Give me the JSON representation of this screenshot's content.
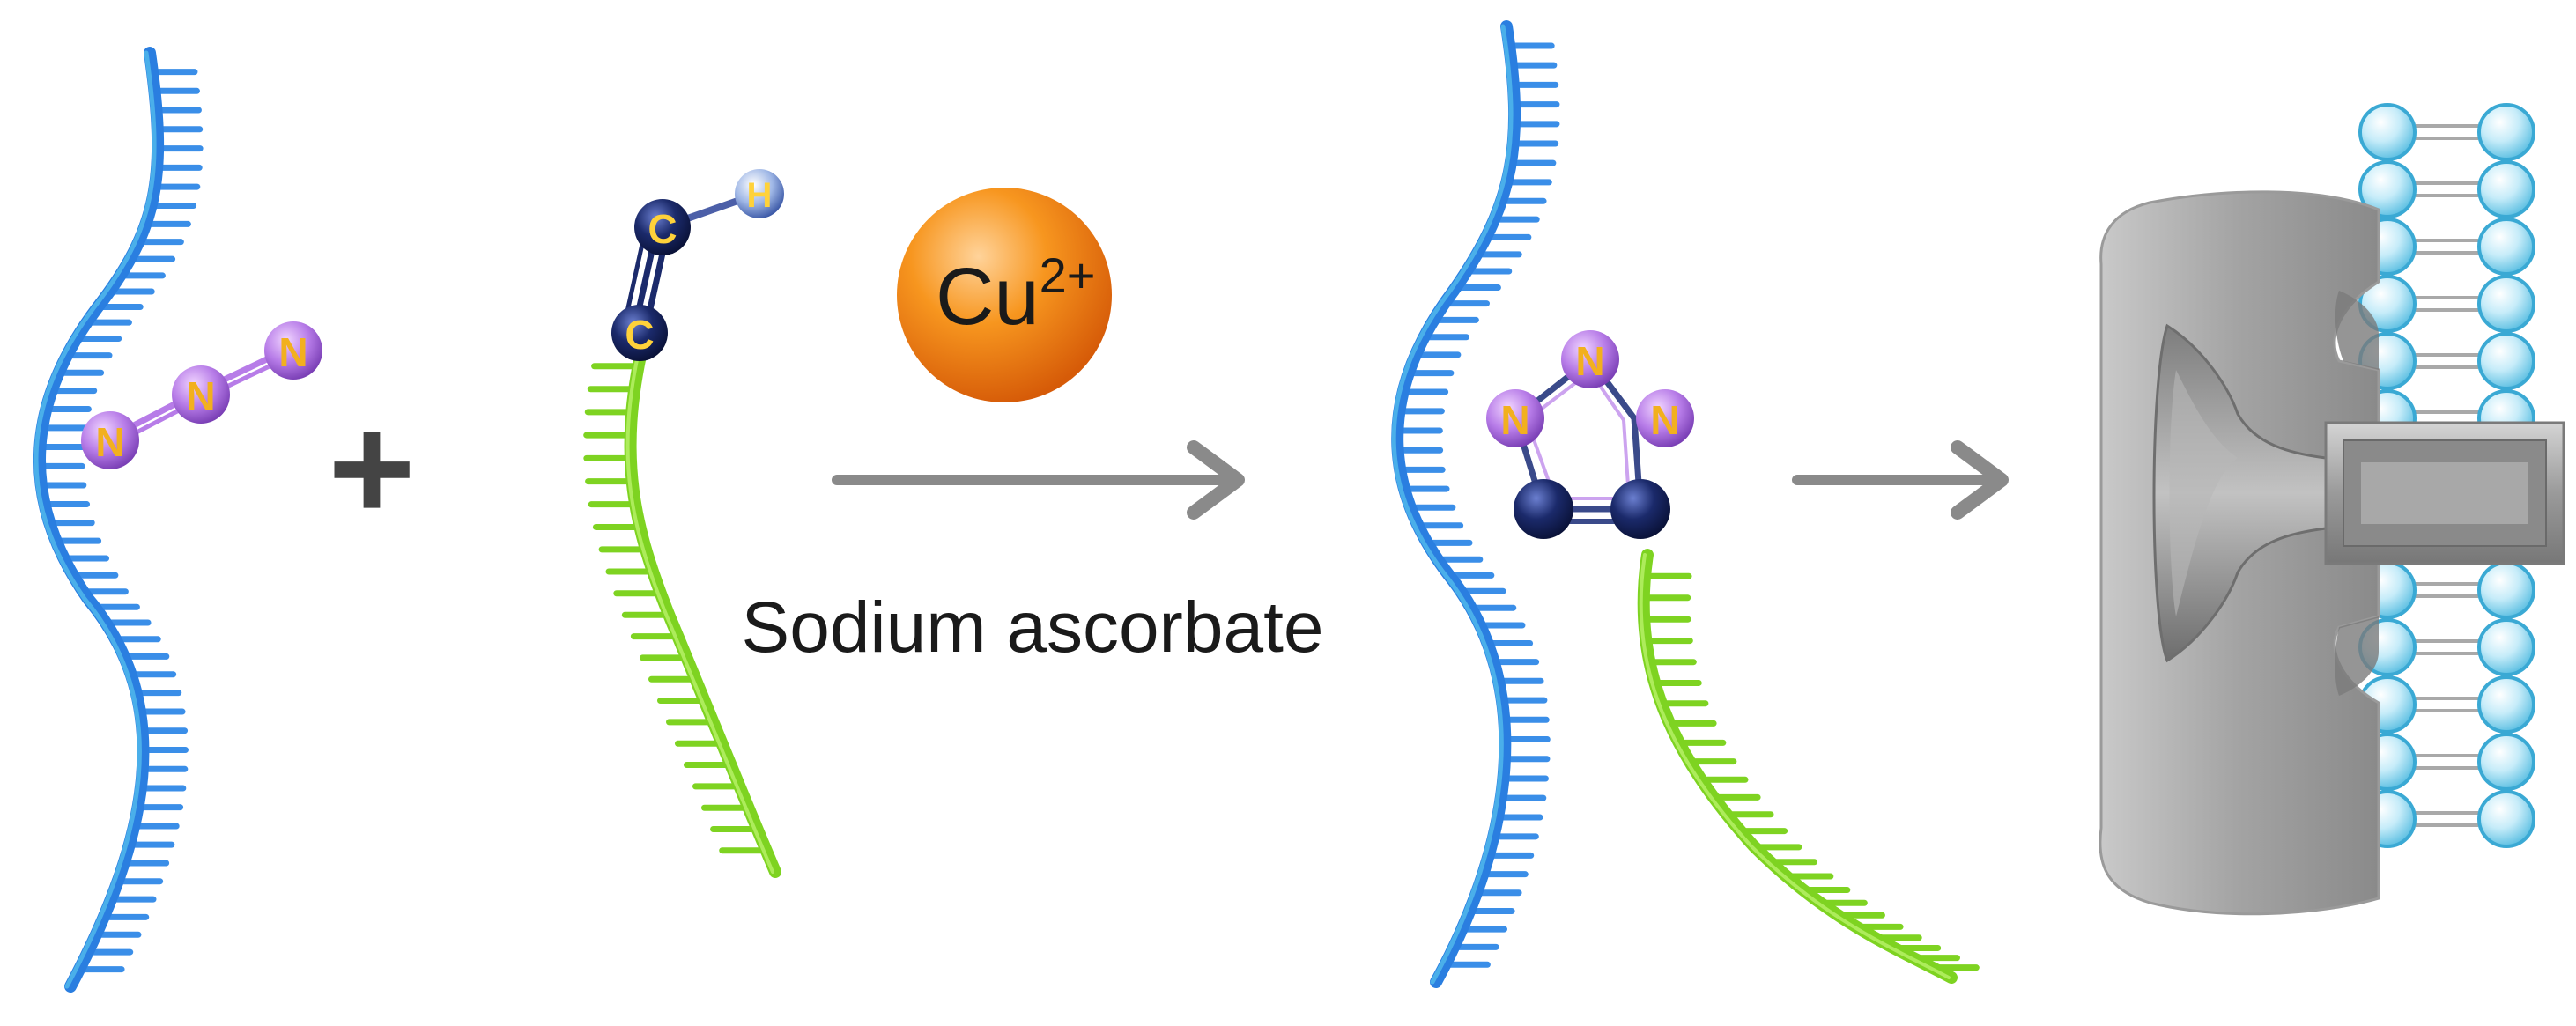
{
  "reactant_atoms": {
    "azide": [
      "N",
      "N",
      "N"
    ],
    "alkyne": [
      "C",
      "C",
      "H"
    ]
  },
  "plus_symbol": "+",
  "catalyst": {
    "element": "Cu",
    "charge": "2+"
  },
  "reagent_label": "Sodium ascorbate",
  "triazole_atoms": [
    "N",
    "N",
    "N"
  ],
  "colors": {
    "dna_blue": "#2a7ee0",
    "dna_light_blue": "#58c4ee",
    "dna_green": "#7ed321",
    "nitrogen_atom": "#b77ce8",
    "nitrogen_label": "#f2b01e",
    "carbon_atom": "#1b2a6b",
    "carbon_label": "#ffd23a",
    "copper": "#f07c1e",
    "arrow": "#8a8a8a",
    "membrane_bead": "#7fd3ee",
    "channel_grey": "#8e8e8e"
  },
  "icons": [
    "dna-strand-icon",
    "azide-group-icon",
    "alkyne-group-icon",
    "copper-ion-icon",
    "reaction-arrow-icon",
    "triazole-ring-icon",
    "dna-nanopore-icon",
    "lipid-bilayer-icon"
  ]
}
